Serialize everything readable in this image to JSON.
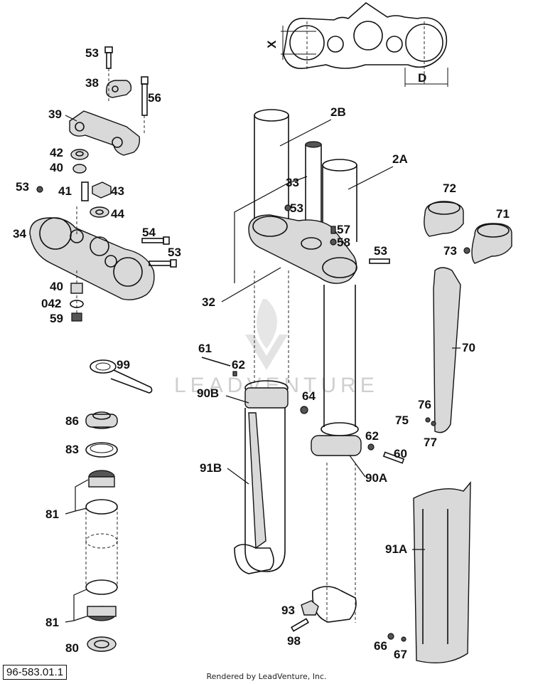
{
  "diagram": {
    "dimension_labels": [
      "X",
      "D"
    ],
    "watermark": "LEADVENTURE",
    "labels": {
      "53a": "53",
      "38": "38",
      "56": "56",
      "39": "39",
      "42": "42",
      "40a": "40",
      "53b": "53",
      "41": "41",
      "43": "43",
      "44": "44",
      "34": "34",
      "54": "54",
      "53c": "53",
      "40b": "40",
      "042": "042",
      "59": "59",
      "99": "99",
      "86": "86",
      "83": "83",
      "81a": "81",
      "81b": "81",
      "80": "80",
      "2B": "2B",
      "2A": "2A",
      "33": "33",
      "53d": "53",
      "57": "57",
      "58": "58",
      "53e": "53",
      "32": "32",
      "72": "72",
      "71": "71",
      "73": "73",
      "70": "70",
      "61": "61",
      "62a": "62",
      "90B": "90B",
      "64": "64",
      "91B": "91B",
      "76": "76",
      "75": "75",
      "77": "77",
      "62b": "62",
      "60": "60",
      "90A": "90A",
      "91A": "91A",
      "93": "93",
      "98": "98",
      "66": "66",
      "67": "67"
    },
    "diagram_id": "96-583.01.1",
    "credit": "Rendered by LeadVenture, Inc."
  }
}
